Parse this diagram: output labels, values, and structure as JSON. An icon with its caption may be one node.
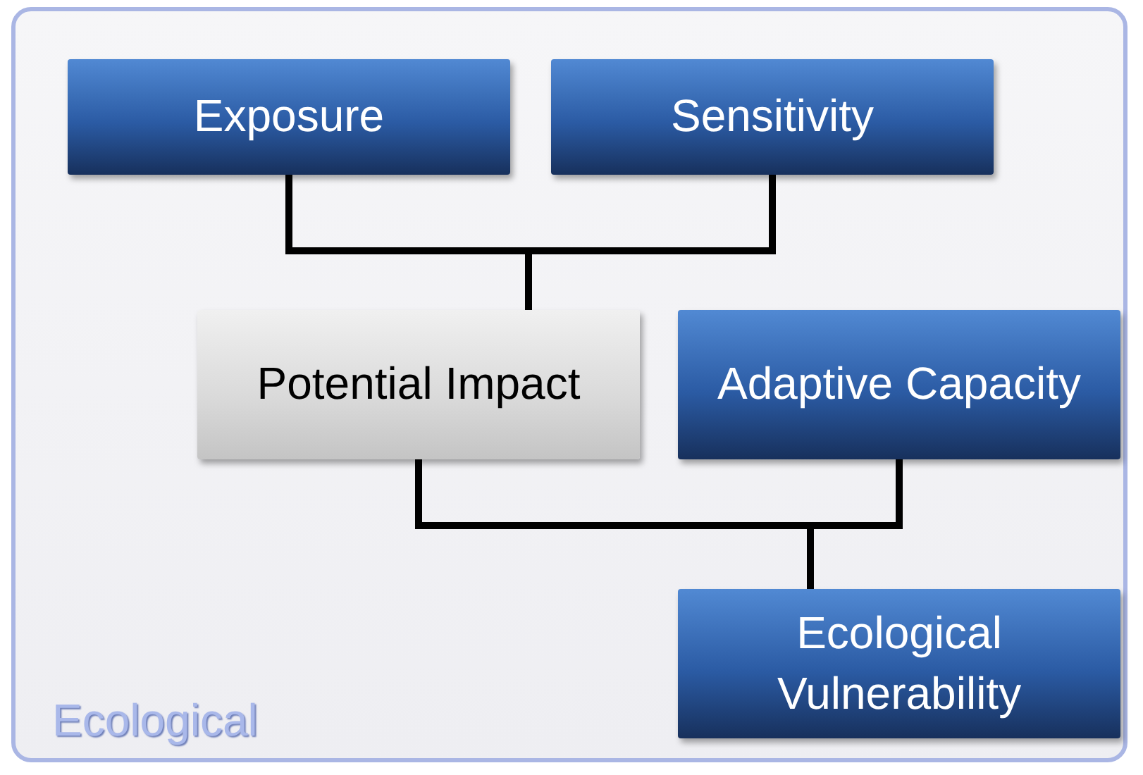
{
  "diagram": {
    "nodes": [
      {
        "text": [
          "Ecological"
        ]
      },
      {
        "text": [
          "Exposure"
        ],
        "in": 0
      },
      {
        "text": [
          "Sensitivity"
        ],
        "in": 0
      },
      {
        "text": [
          "Potential Impact"
        ],
        "in": 0
      },
      {
        "text": [
          "Adaptive Capacity"
        ],
        "in": 0
      },
      {
        "text": [
          "Ecological Vulnerability"
        ],
        "in": 0
      }
    ],
    "edges": [
      {
        "from": 1,
        "to": 3,
        "arrow": "none"
      },
      {
        "from": 2,
        "to": 3,
        "arrow": "none"
      },
      {
        "from": 3,
        "to": 5,
        "arrow": "none"
      },
      {
        "from": 4,
        "to": 5,
        "arrow": "none"
      }
    ]
  }
}
